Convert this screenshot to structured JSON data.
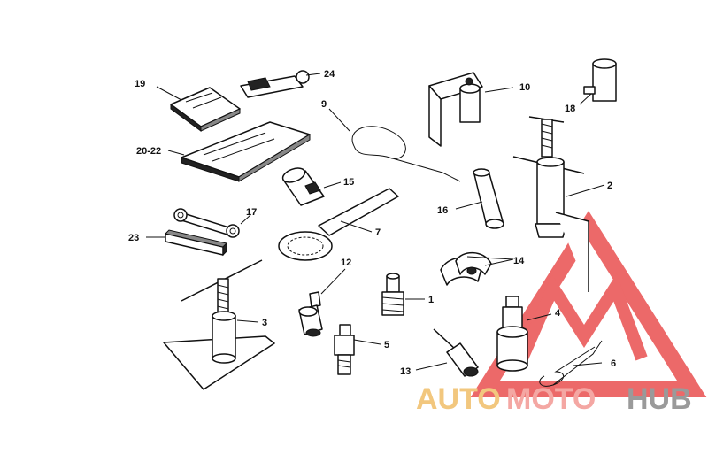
{
  "callouts": {
    "c1": "1",
    "c2": "2",
    "c3": "3",
    "c4": "4",
    "c5": "5",
    "c6": "6",
    "c7": "7",
    "c9": "9",
    "c10": "10",
    "c12": "12",
    "c13": "13",
    "c14": "14",
    "c15": "15",
    "c16": "16",
    "c17": "17",
    "c18": "18",
    "c19": "19",
    "c20_22": "20-22",
    "c23": "23",
    "c24": "24"
  },
  "watermark": {
    "text_auto": "AUTO",
    "text_moto": "MOTO",
    "text_hub": "HUB",
    "color_auto": "#f2c77e",
    "color_moto": "#f4a7a3",
    "color_hub": "#9a9a9a",
    "triangle_color": "#e94f4f"
  }
}
